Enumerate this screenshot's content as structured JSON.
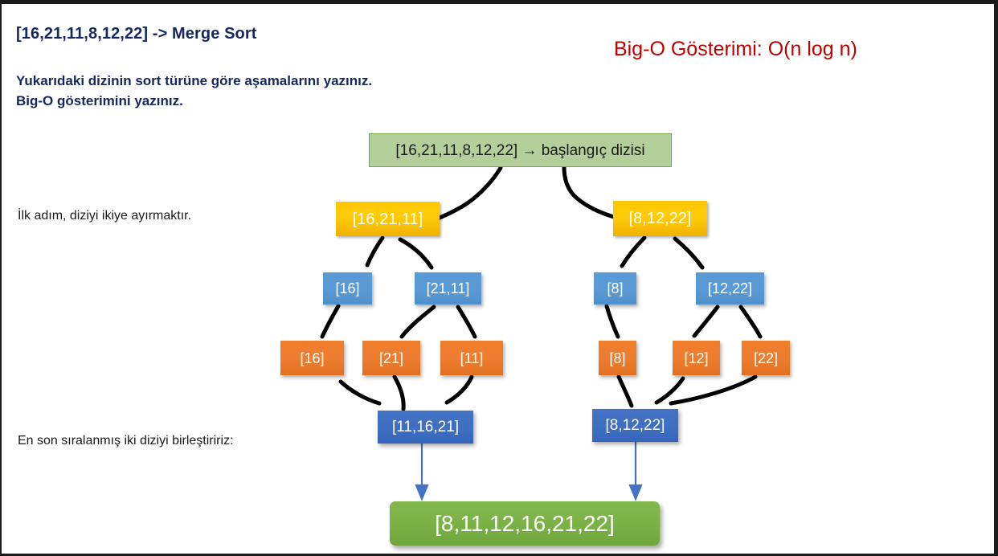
{
  "slide": {
    "prompt_title": "[16,21,11,8,12,22] -> Merge Sort",
    "prompt_line1": "Yukarıdaki dizinin sort türüne göre aşamalarını yazınız.",
    "prompt_line2": "Big-O gösterimini yazınız.",
    "bigo_title": "Big-O Gösterimi: O(n log n)",
    "note_split": "İlk adım, diziyi ikiye ayırmaktır.",
    "note_merge": "En son sıralanmış iki diziyi birleştiririz:"
  },
  "colors": {
    "heading_navy": "#15275e",
    "bigo_red": "#c00000",
    "root_green_fill": "#b3cf9a",
    "root_green_border": "#76a747",
    "yellow": "#ffcc0a",
    "blue_light": "#5b9bd5",
    "orange": "#ed7d31",
    "blue_dark": "#4472c4",
    "result_green": "#79b044",
    "arrow_blue": "#4472c4",
    "connector_black": "#000000",
    "slide_border": "#1a1a1a"
  },
  "tree": {
    "root": {
      "label": "[16,21,11,8,12,22]  → başlangıç dizisi"
    },
    "level_split_1": [
      {
        "label": "[16,21,11]"
      },
      {
        "label": "[8,12,22]"
      }
    ],
    "level_split_2": [
      {
        "label": "[16]"
      },
      {
        "label": "[21,11]"
      },
      {
        "label": "[8]"
      },
      {
        "label": "[12,22]"
      }
    ],
    "level_split_3": [
      {
        "label": "[16]"
      },
      {
        "label": "[21]"
      },
      {
        "label": "[11]"
      },
      {
        "label": "[8]"
      },
      {
        "label": "[12]"
      },
      {
        "label": "[22]"
      }
    ],
    "level_merge_1": [
      {
        "label": "[11,16,21]"
      },
      {
        "label": "[8,12,22]"
      }
    ],
    "result": {
      "label": "[8,11,12,16,21,22]"
    }
  }
}
